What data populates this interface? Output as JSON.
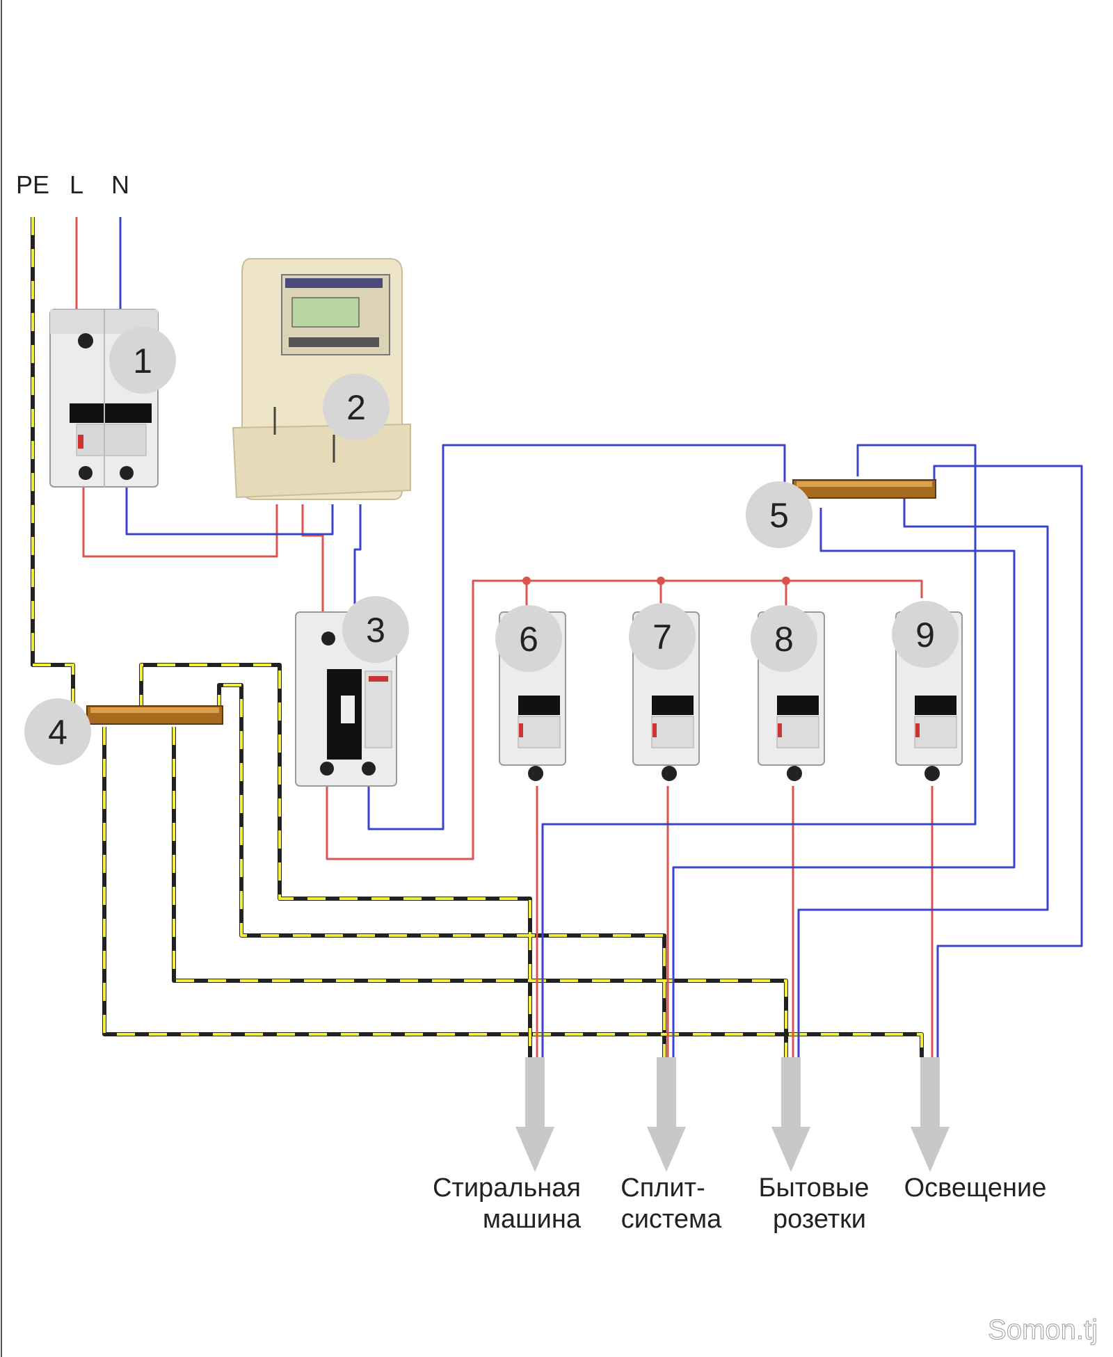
{
  "supply": {
    "pe": "PE",
    "l": "L",
    "n": "N"
  },
  "numbers": [
    "1",
    "2",
    "3",
    "4",
    "5",
    "6",
    "7",
    "8",
    "9"
  ],
  "outputs": [
    {
      "line1": "Стиральная",
      "line2": "машина"
    },
    {
      "line1": "Сплит-",
      "line2": "система"
    },
    {
      "line1": "Бытовые",
      "line2": "розетки"
    },
    {
      "line1": "Освещение",
      "line2": ""
    }
  ],
  "watermark": "Somon.tj",
  "colors": {
    "phase": "#d9534f",
    "neutral": "#3a44c9",
    "earth_dark": "#222222",
    "earth_yellow": "#f2ee3a",
    "badge": "#d6d6d6",
    "device": "#ececec",
    "meter": "#eee4c8",
    "busbar": "#a86a1e",
    "arrow": "#c8c8c8"
  }
}
